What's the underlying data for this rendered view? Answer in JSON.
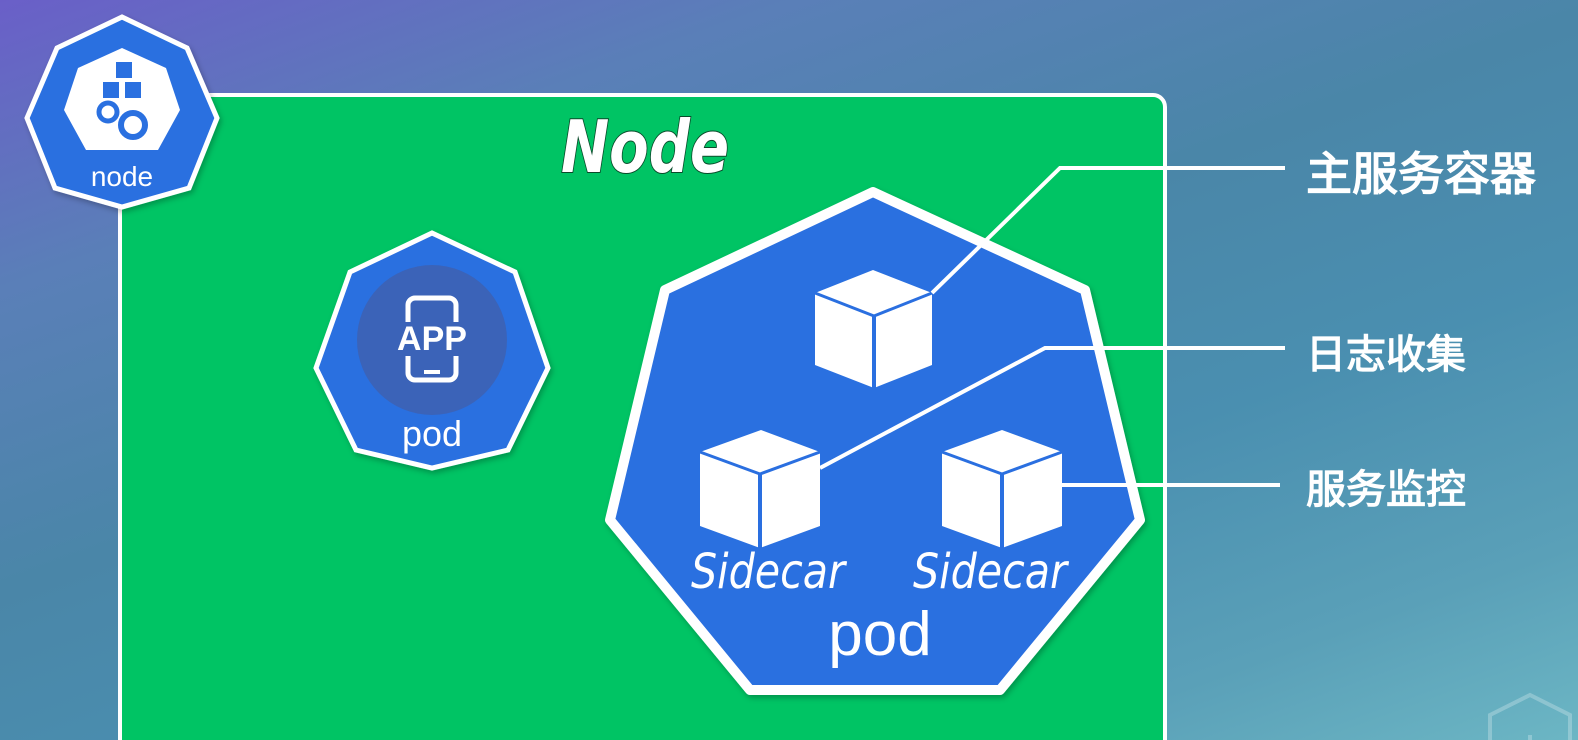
{
  "node_badge": {
    "label": "node"
  },
  "node_box": {
    "title": "Node"
  },
  "small_pod": {
    "icon_text": "APP",
    "label": "pod"
  },
  "big_pod": {
    "label": "pod",
    "containers": [
      {
        "role": "main",
        "label": ""
      },
      {
        "role": "sidecar-left",
        "label": "Sidecar"
      },
      {
        "role": "sidecar-right",
        "label": "Sidecar"
      }
    ]
  },
  "callouts": [
    {
      "label": "主服务容器"
    },
    {
      "label": "日志收集"
    },
    {
      "label": "服务监控"
    }
  ],
  "colors": {
    "node_green": "#00c464",
    "k8s_blue": "#2a6fe0",
    "app_circle": "#3a64b8",
    "white": "#ffffff"
  }
}
